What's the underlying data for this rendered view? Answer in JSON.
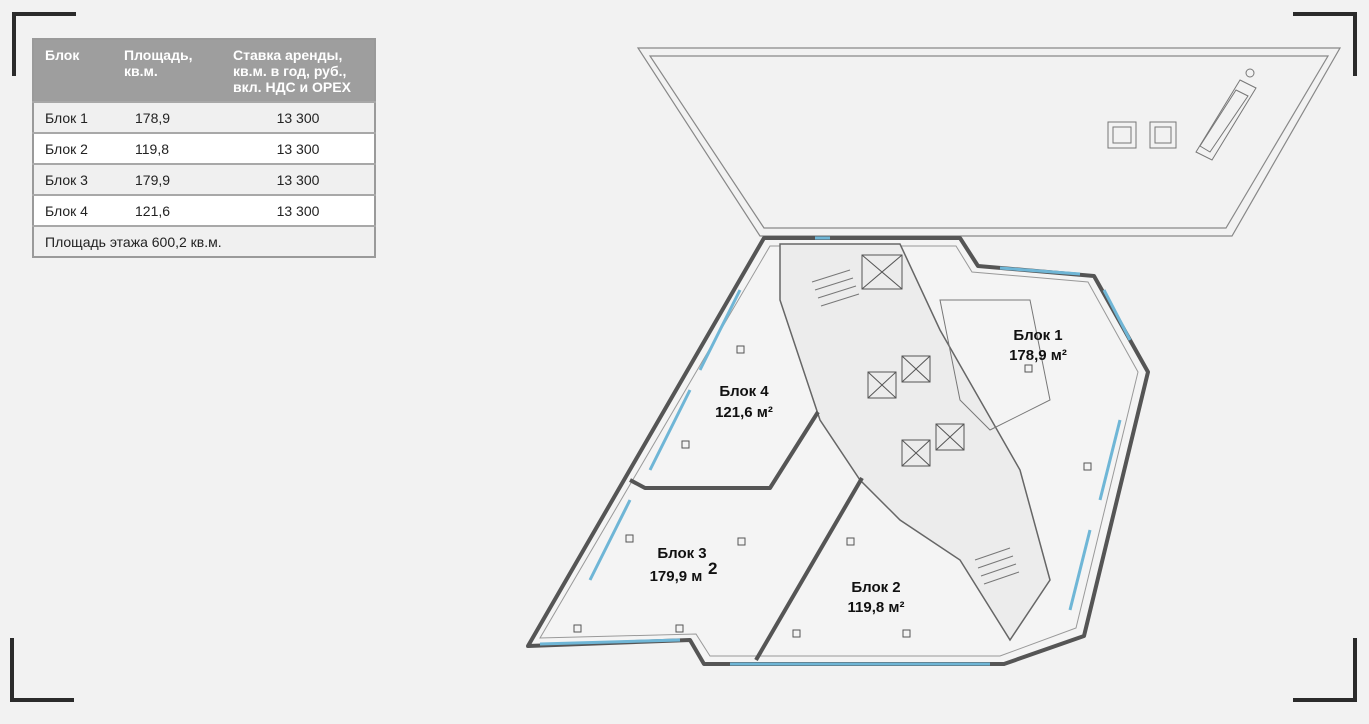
{
  "table": {
    "headers": {
      "block": "Блок",
      "area_line1": "Площадь,",
      "area_line2": "кв.м.",
      "rate_line1": "Ставка аренды,",
      "rate_line2": "кв.м. в год, руб.,",
      "rate_line3": "вкл. НДС и OPEX"
    },
    "rows": [
      {
        "block": "Блок 1",
        "area": "178,9",
        "rate": "13 300"
      },
      {
        "block": "Блок 2",
        "area": "119,8",
        "rate": "13 300"
      },
      {
        "block": "Блок 3",
        "area": "179,9",
        "rate": "13 300"
      },
      {
        "block": "Блок 4",
        "area": "121,6",
        "rate": "13 300"
      }
    ],
    "total": "Площадь этажа 600,2 кв.м."
  },
  "plan": {
    "blocks": [
      {
        "name": "Блок 1",
        "area": "178,9 м²"
      },
      {
        "name": "Блок 2",
        "area": "119,8 м²"
      },
      {
        "name": "Блок 3",
        "area": "179,9 м",
        "sup": "2"
      },
      {
        "name": "Блок 4",
        "area": "121,6 м²"
      }
    ]
  },
  "colors": {
    "background": "#f2f2f2",
    "header": "#9e9e9e",
    "wall": "#555555",
    "window": "#6fb6d6",
    "corner": "#2b2b2b"
  }
}
